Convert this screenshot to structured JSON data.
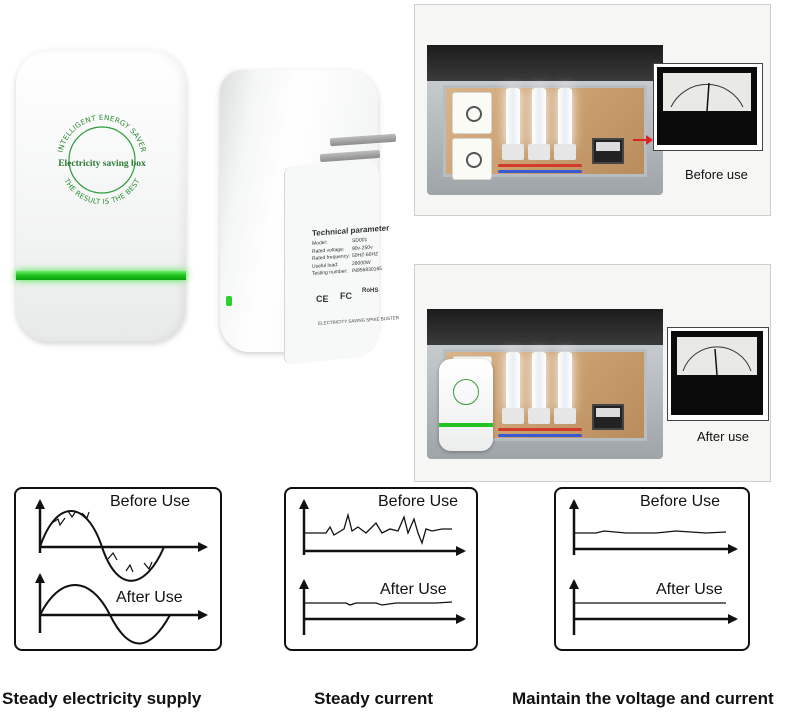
{
  "product": {
    "badge_top_text": "INTELLIGENT ENERGY SAVER",
    "badge_center_text": "Electricity saving box",
    "badge_bottom_text": "THE RESULT IS THE BEST",
    "tech_title": "Technical parameter",
    "tech_rows": [
      {
        "label": "Model:",
        "value": "SD001"
      },
      {
        "label": "Rated voltage:",
        "value": "90v-250v"
      },
      {
        "label": "Rated frequency:",
        "value": "50HZ-60HZ"
      },
      {
        "label": "Useful load:",
        "value": "28000W"
      },
      {
        "label": "Testing number:",
        "value": "IN956830165"
      }
    ],
    "cert_ce": "CE",
    "cert_fc": "FC",
    "cert_rohs": "RoHS",
    "bottom_strip": "ELECTRICITY SAVING SPIKE BUSTER",
    "led_color": "#1ec21e"
  },
  "photos": {
    "before_caption": "Before use",
    "after_caption": "After use"
  },
  "panels": [
    {
      "top_label": "Before Use",
      "bottom_label": "After Use",
      "caption": "Steady electricity supply"
    },
    {
      "top_label": "Before Use",
      "bottom_label": "After Use",
      "caption": "Steady current"
    },
    {
      "top_label": "Before Use",
      "bottom_label": "After Use",
      "caption": "Maintain the voltage and current"
    }
  ]
}
